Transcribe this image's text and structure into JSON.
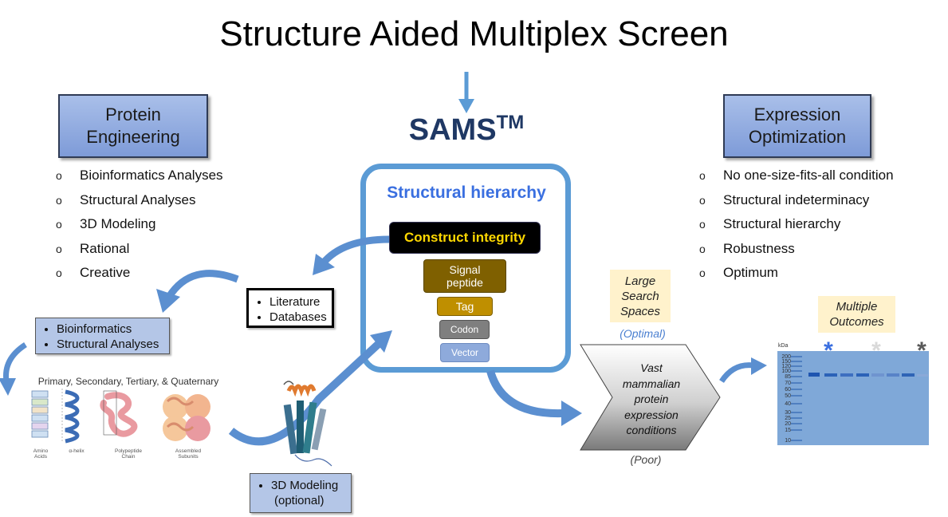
{
  "title": "Structure Aided Multiplex Screen",
  "sams": {
    "name": "SAMS",
    "tm": "TM"
  },
  "protein_engineering": {
    "header_line1": "Protein",
    "header_line2": "Engineering",
    "items": [
      {
        "marker": "o",
        "label": "Bioinformatics Analyses"
      },
      {
        "marker": "o",
        "label": "Structural Analyses"
      },
      {
        "marker": "o",
        "label": "3D Modeling"
      },
      {
        "marker": "o",
        "label": "Rational"
      },
      {
        "marker": "o",
        "label": "Creative"
      }
    ]
  },
  "expression_optimization": {
    "header_line1": "Expression",
    "header_line2": "Optimization",
    "items": [
      {
        "marker": "o",
        "label": "No one-size-fits-all condition"
      },
      {
        "marker": "o",
        "label": "Structural indeterminacy"
      },
      {
        "marker": "o",
        "label": "Structural hierarchy"
      },
      {
        "marker": "o",
        "label": "Robustness"
      },
      {
        "marker": "o",
        "label": "Optimum"
      }
    ]
  },
  "hierarchy": {
    "title": "Structural hierarchy",
    "construct": "Construct integrity",
    "signal_line1": "Signal",
    "signal_line2": "peptide",
    "tag": "Tag",
    "codon": "Codon",
    "vector": "Vector"
  },
  "literature_box": {
    "items": [
      "Literature",
      "Databases"
    ]
  },
  "bioinfo_box": {
    "items": [
      "Bioinformatics",
      "Structural Analyses"
    ]
  },
  "modeling_box": {
    "item": "3D Modeling",
    "sub": "(optional)"
  },
  "structure_illustration": {
    "heading": "Primary, Secondary, Tertiary, & Quaternary",
    "captions": [
      "Amino Acids",
      "α-helix",
      "Polypeptide Chain",
      "Assembled Subunits"
    ]
  },
  "search_space": {
    "label_line1": "Large",
    "label_line2": "Search",
    "label_line3": "Spaces",
    "optimal": "(Optimal)",
    "poor": "(Poor)",
    "chevron_lines": [
      "Vast",
      "mammalian",
      "protein",
      "expression",
      "conditions"
    ]
  },
  "outcomes": {
    "line1": "Multiple",
    "line2": "Outcomes"
  },
  "gel": {
    "unit": "kDa",
    "markers": [
      "200",
      "150",
      "120",
      "100",
      "85",
      "70",
      "60",
      "50",
      "40",
      "30",
      "25",
      "20",
      "15",
      "10"
    ],
    "stars": [
      {
        "symbol": "*",
        "color": "#3a6fe0"
      },
      {
        "symbol": "*",
        "color": "#d9d9d9"
      },
      {
        "symbol": "*",
        "color": "#595959"
      }
    ]
  },
  "colors": {
    "accent_blue": "#5b9bd5",
    "sams_navy": "#1f3864",
    "construct_text": "#ffd800",
    "header_fill": "#8ea9db"
  }
}
